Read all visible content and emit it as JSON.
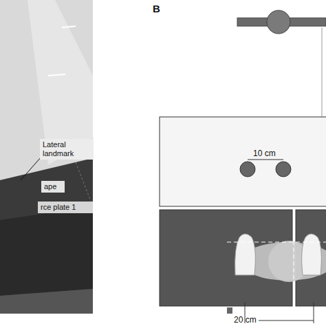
{
  "diagram": {
    "nodes": [
      {
        "text": [
          "Lateral landmark"
        ]
      },
      {
        "text": [
          "ape"
        ]
      },
      {
        "text": [
          "rce plate 1"
        ]
      }
    ],
    "labels": [
      "B",
      "10 cm",
      "20 cm"
    ]
  }
}
